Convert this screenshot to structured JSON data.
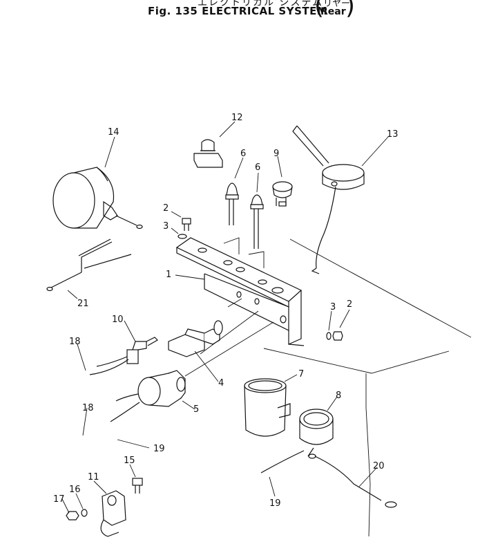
{
  "title": {
    "jp": "エレクトリカル システム",
    "fig": "Fig. 135 ELECTRICAL SYSTEM",
    "rear_jp": "リヤー",
    "rear": "Rear"
  },
  "callouts": [
    {
      "id": "callout-14",
      "text": "14"
    },
    {
      "id": "callout-12",
      "text": "12"
    },
    {
      "id": "callout-13",
      "text": "13"
    },
    {
      "id": "callout-6a",
      "text": "6"
    },
    {
      "id": "callout-6b",
      "text": "6"
    },
    {
      "id": "callout-9",
      "text": "9"
    },
    {
      "id": "callout-2a",
      "text": "2"
    },
    {
      "id": "callout-3a",
      "text": "3"
    },
    {
      "id": "callout-1",
      "text": "1"
    },
    {
      "id": "callout-21",
      "text": "21"
    },
    {
      "id": "callout-10",
      "text": "10"
    },
    {
      "id": "callout-3b",
      "text": "3"
    },
    {
      "id": "callout-2b",
      "text": "2"
    },
    {
      "id": "callout-18a",
      "text": "18"
    },
    {
      "id": "callout-4",
      "text": "4"
    },
    {
      "id": "callout-7",
      "text": "7"
    },
    {
      "id": "callout-8",
      "text": "8"
    },
    {
      "id": "callout-18b",
      "text": "18"
    },
    {
      "id": "callout-5",
      "text": "5"
    },
    {
      "id": "callout-19a",
      "text": "19"
    },
    {
      "id": "callout-15",
      "text": "15"
    },
    {
      "id": "callout-20",
      "text": "20"
    },
    {
      "id": "callout-11",
      "text": "11"
    },
    {
      "id": "callout-16",
      "text": "16"
    },
    {
      "id": "callout-17",
      "text": "17"
    },
    {
      "id": "callout-19b",
      "text": "19"
    }
  ]
}
